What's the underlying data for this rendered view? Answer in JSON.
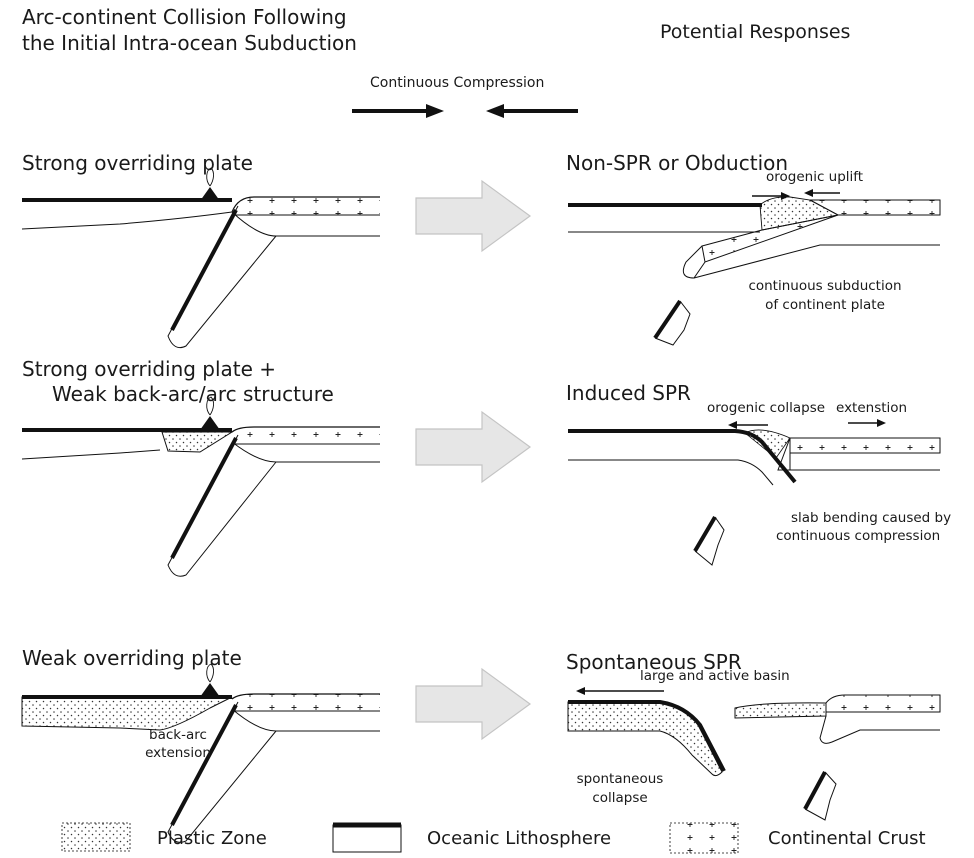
{
  "headers": {
    "left_line1": "Arc-continent Collision Following",
    "left_line2": "the Initial Intra-ocean Subduction",
    "right": "Potential Responses",
    "compression": "Continuous Compression"
  },
  "scenarios": [
    {
      "title": "Strong overriding plate",
      "response_title": "Non-SPR or Obduction",
      "response_labels": [
        "orogenic uplift",
        "continuous subduction",
        "of continent plate"
      ]
    },
    {
      "title_line1": "Strong overriding plate +",
      "title_line2": "Weak back-arc/arc structure",
      "response_title": "Induced SPR",
      "response_labels": [
        "orogenic collapse",
        "extenstion",
        "slab bending caused by",
        "continuous compression"
      ]
    },
    {
      "title": "Weak overriding plate",
      "left_labels": [
        "back-arc",
        "extension"
      ],
      "response_title": "Spontaneous SPR",
      "response_labels": [
        "large and active basin",
        "spontaneous",
        "collapse"
      ]
    }
  ],
  "legend": [
    {
      "label": "Plastic Zone",
      "swatch": "dotted"
    },
    {
      "label": "Oceanic Lithosphere",
      "swatch": "thick-top-line"
    },
    {
      "label": "Continental Crust",
      "swatch": "plus-pattern"
    }
  ],
  "colors": {
    "line": "#111111",
    "arrow_fill": "#e6e6e6",
    "arrow_stroke": "#c4c4c4",
    "background": "#ffffff"
  }
}
